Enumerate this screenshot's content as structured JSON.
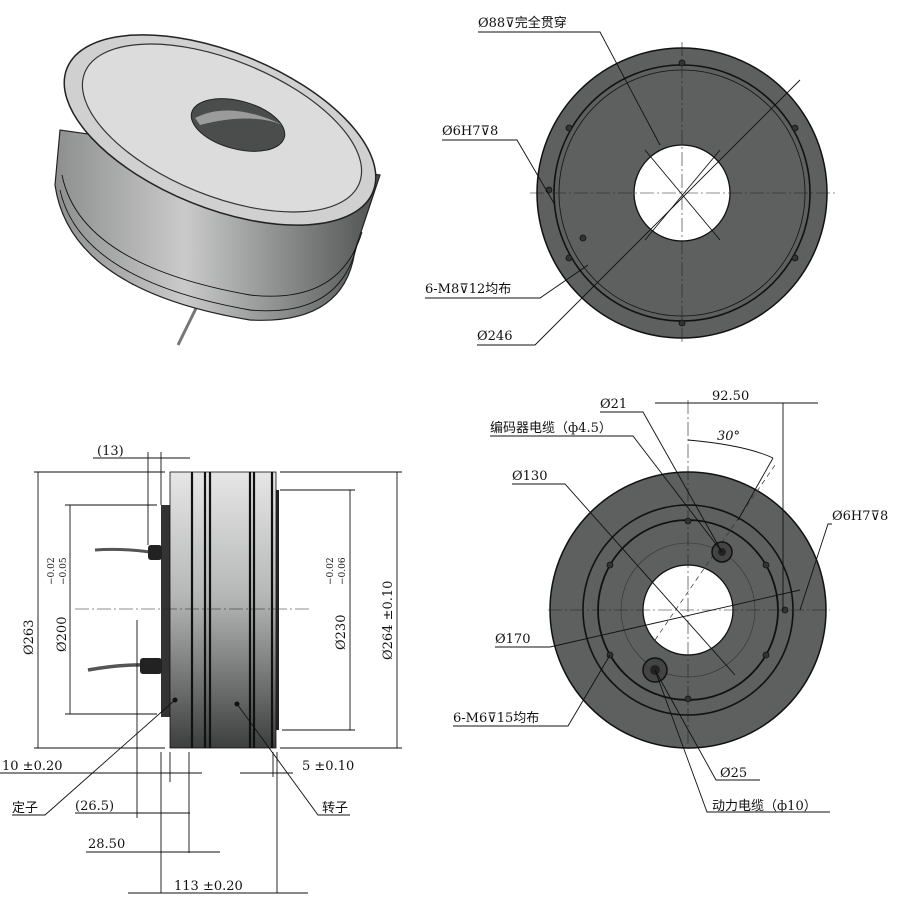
{
  "colors": {
    "body_dark": "#5a5d5c",
    "body_light": "#e2e2e2",
    "line": "#111111"
  },
  "top_right_view": {
    "through_hole": "Ø88⊽完全贯穿",
    "pin_hole": "Ø6H7⊽8",
    "thread_holes": "6-M8⊽12均布",
    "pcd": "Ø246"
  },
  "side_view": {
    "dim_13": "(13)",
    "dia_263": "Ø263",
    "dia_200": "Ø200",
    "tol_200_upper": "−0.02",
    "tol_200_lower": "−0.05",
    "dia_230": "Ø230",
    "tol_230_upper": "−0.02",
    "tol_230_lower": "−0.06",
    "dia_264": "Ø264  ±0.10",
    "dim_10": "10  ±0.20",
    "dim_5": "5  ±0.10",
    "stator": "定子",
    "rotor": "转子",
    "dim_26_5": "(26.5)",
    "dim_28_5": "28.50",
    "dim_113": "113  ±0.20"
  },
  "bottom_right_view": {
    "dim_92_5": "92.50",
    "dia_21": "Ø21",
    "encoder_cable": "编码器电缆（ф4.5）",
    "angle": "30°",
    "dia_130": "Ø130",
    "pin_hole": "Ø6H7⊽8",
    "dia_170": "Ø170",
    "thread_holes": "6-M6⊽15均布",
    "dia_25": "Ø25",
    "power_cable": "动力电缆（ф10）"
  }
}
